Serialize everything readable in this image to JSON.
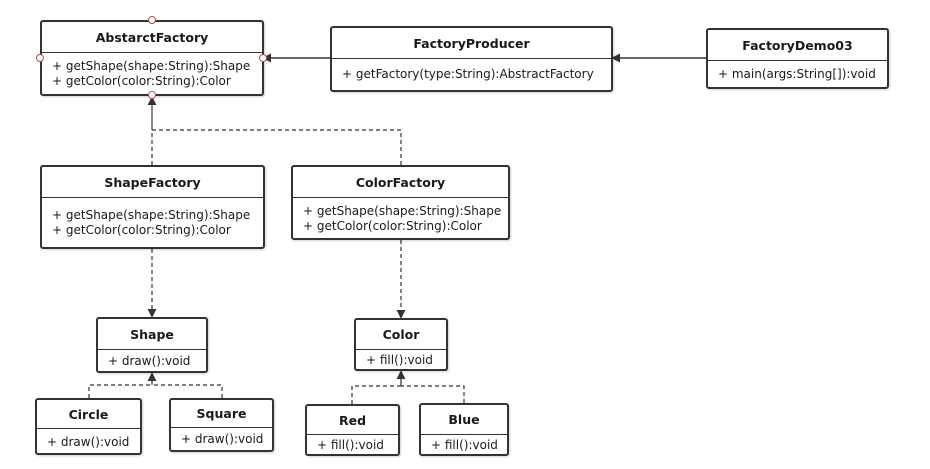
{
  "classes": {
    "abstract_factory": {
      "name": "AbstarctFactory",
      "methods": [
        "+ getShape(shape:String):Shape",
        "+ getColor(color:String):Color"
      ]
    },
    "factory_producer": {
      "name": "FactoryProducer",
      "methods": [
        "+ getFactory(type:String):AbstractFactory"
      ]
    },
    "factory_demo": {
      "name": "FactoryDemo03",
      "methods": [
        "+ main(args:String[]):void"
      ]
    },
    "shape_factory": {
      "name": "ShapeFactory",
      "methods": [
        "+ getShape(shape:String):Shape",
        "+ getColor(color:String):Color"
      ]
    },
    "color_factory": {
      "name": "ColorFactory",
      "methods": [
        "+ getShape(shape:String):Shape",
        "+ getColor(color:String):Color"
      ]
    },
    "shape": {
      "name": "Shape",
      "methods": [
        "+ draw():void"
      ]
    },
    "color": {
      "name": "Color",
      "methods": [
        "+ fill():void"
      ]
    },
    "circle": {
      "name": "Circle",
      "methods": [
        "+ draw():void"
      ]
    },
    "square": {
      "name": "Square",
      "methods": [
        "+ draw():void"
      ]
    },
    "red": {
      "name": "Red",
      "methods": [
        "+ fill():void"
      ]
    },
    "blue": {
      "name": "Blue",
      "methods": [
        "+ fill():void"
      ]
    }
  },
  "colors": {
    "line": "#333333",
    "port": "#b05050"
  }
}
